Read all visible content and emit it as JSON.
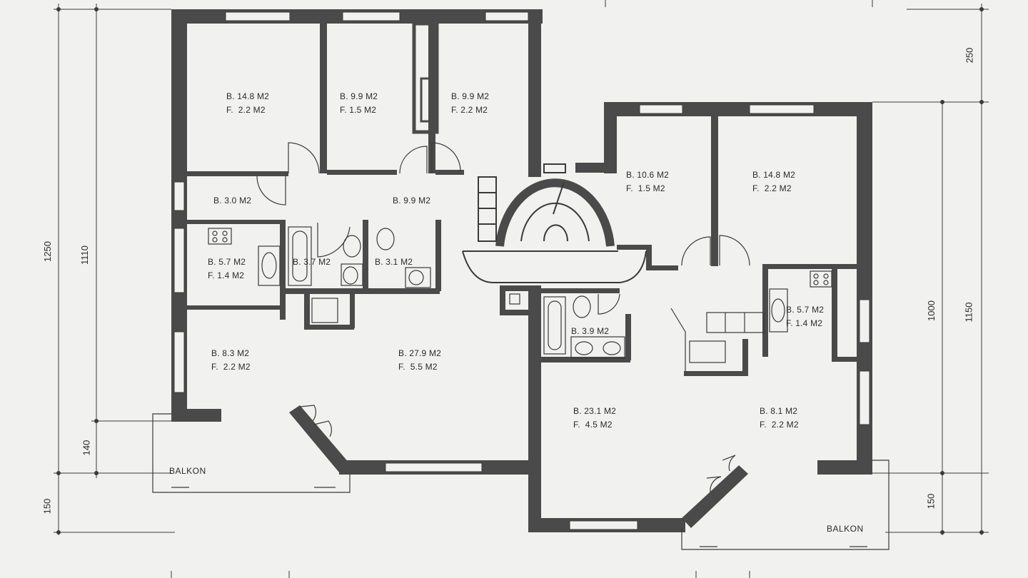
{
  "rooms": [
    {
      "b": "B. 14.8 M2",
      "f": "F.  2.2 M2"
    },
    {
      "b": "B. 9.9 M2",
      "f": "F. 1.5 M2"
    },
    {
      "b": "B. 9.9 M2",
      "f": "F. 2.2 M2"
    },
    {
      "b": "B. 3.0 M2",
      "f": ""
    },
    {
      "b": "B. 9.9 M2",
      "f": ""
    },
    {
      "b": "B. 5.7 M2",
      "f": "F. 1.4 M2"
    },
    {
      "b": "B. 3.7 M2",
      "f": ""
    },
    {
      "b": "B. 3.1 M2",
      "f": ""
    },
    {
      "b": "B. 8.3 M2",
      "f": "F.  2.2 M2"
    },
    {
      "b": "B. 27.9 M2",
      "f": "F.  5.5 M2"
    },
    {
      "b": "B. 10.6 M2",
      "f": "F.  1.5 M2"
    },
    {
      "b": "B. 14.8 M2",
      "f": "F.  2.2 M2"
    },
    {
      "b": "B. 3.9 M2",
      "f": ""
    },
    {
      "b": "B. 5.7 M2",
      "f": "F. 1.4 M2"
    },
    {
      "b": "B. 23.1 M2",
      "f": "F.  4.5 M2"
    },
    {
      "b": "B. 8.1 M2",
      "f": "F.  2.2 M2"
    }
  ],
  "balconies": [
    "BALKON",
    "BALKON"
  ],
  "dimensions": {
    "left_outer": [
      "1250",
      "150"
    ],
    "left_inner": [
      "1110",
      "140"
    ],
    "right_inner": [
      "250",
      "1000",
      "150"
    ],
    "right_outer": [
      "1150"
    ]
  },
  "colors": {
    "wall": "#4a4a4a",
    "line": "#3a3a3a",
    "paper": "#f1f1ef"
  }
}
